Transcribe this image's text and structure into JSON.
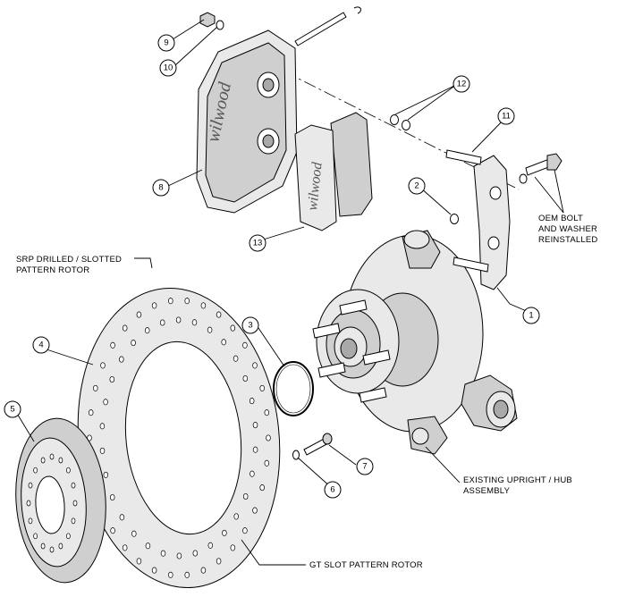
{
  "callouts": [
    {
      "id": "c1",
      "number": "1"
    },
    {
      "id": "c2",
      "number": "2"
    },
    {
      "id": "c3",
      "number": "3"
    },
    {
      "id": "c4",
      "number": "4"
    },
    {
      "id": "c5",
      "number": "5"
    },
    {
      "id": "c6",
      "number": "6"
    },
    {
      "id": "c7",
      "number": "7"
    },
    {
      "id": "c8",
      "number": "8"
    },
    {
      "id": "c9",
      "number": "9"
    },
    {
      "id": "c10",
      "number": "10"
    },
    {
      "id": "c11",
      "number": "11"
    },
    {
      "id": "c12",
      "number": "12"
    },
    {
      "id": "c13",
      "number": "13"
    }
  ],
  "labels": {
    "oem_bolt_line1": "OEM BOLT",
    "oem_bolt_line2": "AND WASHER",
    "oem_bolt_line3": "REINSTALLED",
    "srp_line1": "SRP DRILLED / SLOTTED",
    "srp_line2": "PATTERN ROTOR",
    "upright_line1": "EXISTING UPRIGHT / HUB",
    "upright_line2": "ASSEMBLY",
    "gt_slot": "GT SLOT PATTERN ROTOR"
  },
  "logos": {
    "caliper_brand": "wilwood",
    "pad_brand": "wilwood"
  }
}
